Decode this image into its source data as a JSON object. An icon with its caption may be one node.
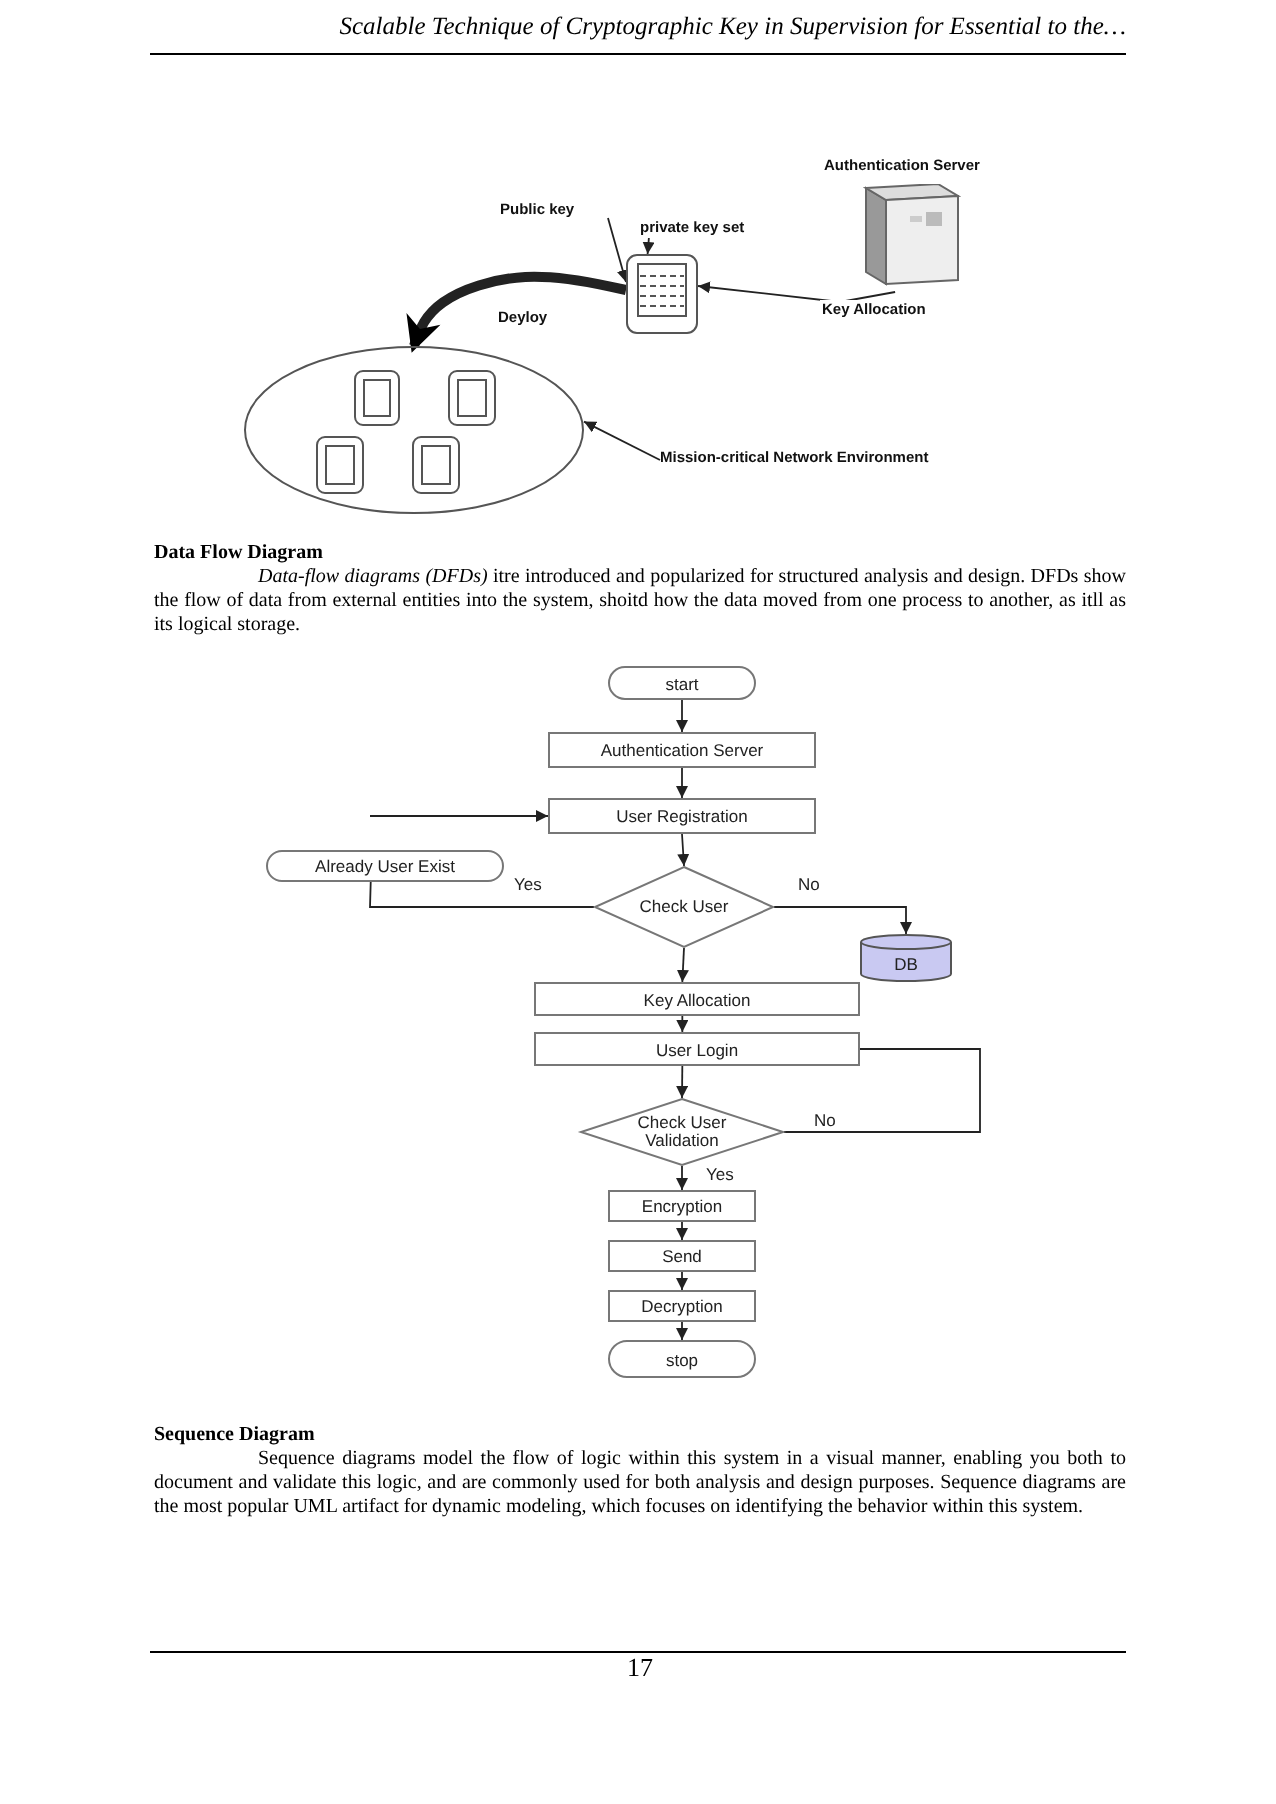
{
  "diagram": {
    "nodes": [
      {
        "text": [
          "Authentication Server"
        ]
      },
      {
        "text": [],
        "shape": "box"
      },
      {
        "text": [
          "Public key"
        ]
      },
      {
        "text": [
          "private key set"
        ]
      },
      {
        "text": [],
        "shape": "ellipse"
      },
      {
        "text": [],
        "shape": "box",
        "in": 4
      },
      {
        "text": [],
        "shape": "box",
        "in": 4
      },
      {
        "text": [],
        "shape": "box",
        "in": 4
      },
      {
        "text": [],
        "shape": "box",
        "in": 4
      },
      {
        "text": [
          "Mission-critical Network Environment"
        ]
      },
      {
        "text": [
          "start"
        ]
      },
      {
        "text": [
          "Authentication Server"
        ]
      },
      {
        "text": [
          "User Registration"
        ]
      },
      {
        "text": [
          "Already User Exist"
        ]
      },
      {
        "text": [
          "Check User"
        ]
      },
      {
        "text": [
          "DB"
        ]
      },
      {
        "text": [
          "Key Allocation"
        ]
      },
      {
        "text": [
          "User Login"
        ]
      },
      {
        "text": [
          "Check User Validation"
        ]
      },
      {
        "text": [
          "Encryption"
        ]
      },
      {
        "text": [
          "Send"
        ]
      },
      {
        "text": [
          "Decryption"
        ]
      },
      {
        "text": [
          "stop"
        ]
      }
    ],
    "edges": [
      {
        "from": 0,
        "to": 1,
        "arrow": "to",
        "label": "Key Allocation"
      },
      {
        "from": 2,
        "to": 1,
        "arrow": "to"
      },
      {
        "from": 3,
        "to": 1,
        "arrow": "to"
      },
      {
        "from": 1,
        "to": 4,
        "arrow": "to",
        "label": "Deyloy",
        "style": "thick"
      },
      {
        "from": 9,
        "to": 4,
        "arrow": "to"
      },
      {
        "from": 10,
        "to": 11,
        "arrow": "to"
      },
      {
        "from": 11,
        "to": 12,
        "arrow": "to"
      },
      {
        "from": null,
        "to": 12,
        "arrow": "to"
      },
      {
        "from": 12,
        "to": 14,
        "arrow": "to"
      },
      {
        "from": 14,
        "to": 13,
        "arrow": "none",
        "label": "Yes"
      },
      {
        "from": 14,
        "to": 15,
        "arrow": "to",
        "label": "No"
      },
      {
        "from": 14,
        "to": 16,
        "arrow": "to"
      },
      {
        "from": 16,
        "to": 17,
        "arrow": "to"
      },
      {
        "from": 17,
        "to": 18,
        "arrow": "to"
      },
      {
        "from": 18,
        "to": 17,
        "arrow": "none",
        "label": "No"
      },
      {
        "from": 18,
        "to": 19,
        "arrow": "to",
        "label": "Yes"
      },
      {
        "from": 19,
        "to": 20,
        "arrow": "to"
      },
      {
        "from": 20,
        "to": 21,
        "arrow": "to"
      },
      {
        "from": 21,
        "to": 22,
        "arrow": "to"
      }
    ],
    "labels": [
      "Scalable Technique of Cryptographic Key in Supervision for Essential to the…",
      "Data Flow Diagram",
      "*Data-flow diagrams (DFDs)* itre introduced and popularized for structured analysis and design.  DFDs show the flow of data from external entities into the system, shoitd how the data moved from one process to another, as itll as its logical storage.",
      "Sequence Diagram",
      "Sequence diagrams model the flow of logic within this system in a visual manner, enabling you both to document and validate this logic, and are commonly used for both analysis and design purposes.  Sequence diagrams are the most popular UML artifact for dynamic modeling, which focuses on identifying the behavior within this system.",
      "17"
    ]
  }
}
